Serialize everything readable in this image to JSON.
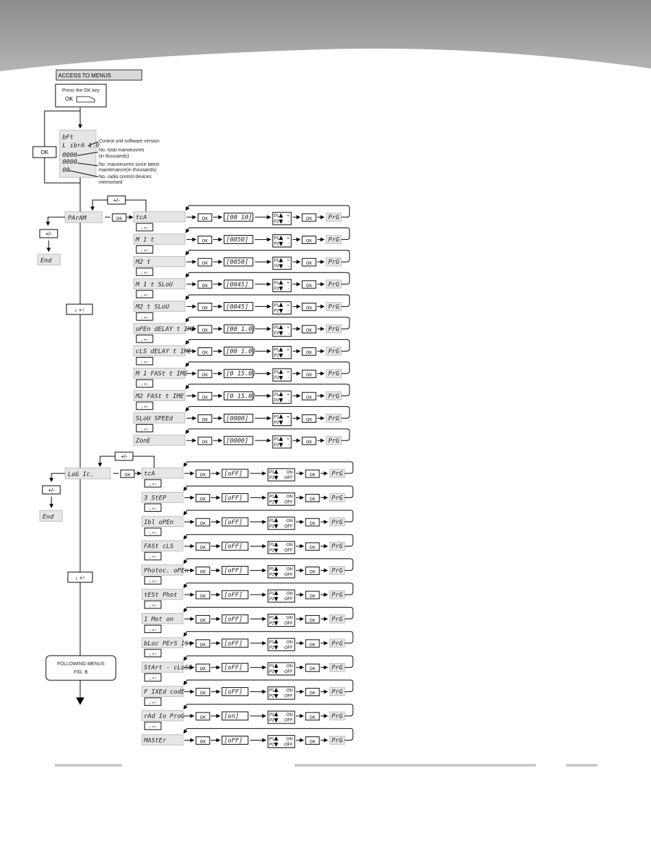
{
  "title": "ACCESS TO MENUS",
  "press_ok": "Press the OK key",
  "ok": "OK",
  "plusminus": "+/-",
  "end": "End",
  "prg": "PrG",
  "scroll": "↓ +↑",
  "following": [
    "FOLLOWING MENUS",
    "FIG. B"
  ],
  "display_lines": [
    "bFt",
    "L ibrA 1.0",
    "0000",
    "0000",
    "00"
  ],
  "display_labels": [
    "Control unit software version",
    "No. total manoeuvres",
    "(in thousands)",
    "No. manoeuvres since latest",
    "maintenance(in thousands)",
    "No. radio control devices",
    "memorised"
  ],
  "param_menu": "PArAM",
  "logic_menu": "LoG Ic.",
  "param_items": [
    {
      "name": "tcA",
      "value": "[00 10]"
    },
    {
      "name": "M 1 t",
      "value": "[0050]"
    },
    {
      "name": "M2 t",
      "value": "[0050]"
    },
    {
      "name": "M 1 t SLoU",
      "value": "[0045]"
    },
    {
      "name": "M2 t SLoU",
      "value": "[0045]"
    },
    {
      "name": "oPEn dELAY t IME",
      "value": "[00 1.0]"
    },
    {
      "name": "cLS dELAY t IME",
      "value": "[00 1.0]"
    },
    {
      "name": "M 1 FASt t IME",
      "value": "[0 15.0]"
    },
    {
      "name": "M2 FASt t IME",
      "value": "[0 15.0]"
    },
    {
      "name": "SLoU SPEEd",
      "value": "[0000]"
    },
    {
      "name": "ZonE",
      "value": "[0000]"
    }
  ],
  "param_p_labels": [
    "P1",
    "P2",
    "+",
    "-"
  ],
  "logic_items": [
    {
      "name": "tcA",
      "value": "[oFF]"
    },
    {
      "name": "3 StEP",
      "value": "[oFF]"
    },
    {
      "name": "Ibl oPEn",
      "value": "[oFF]"
    },
    {
      "name": "FASt cLS",
      "value": "[oFF]"
    },
    {
      "name": "Photoc. oPEn",
      "value": "[oFF]"
    },
    {
      "name": "tESt Phot",
      "value": "[oFF]"
    },
    {
      "name": "1 Mot on",
      "value": "[oFF]"
    },
    {
      "name": "bLoc PErS ISt",
      "value": "[oFF]"
    },
    {
      "name": "StArt - cLoSE",
      "value": "[oFF]"
    },
    {
      "name": "F IXEd codE",
      "value": "[oFF]"
    },
    {
      "name": "rAd Io ProG",
      "value": "[on]"
    },
    {
      "name": "MAStEr",
      "value": "[oFF]"
    }
  ],
  "logic_p_labels": [
    "P1",
    "P2",
    "ON",
    "OFF"
  ],
  "colors": {
    "band": "#9a9a9a",
    "lcd_bg": "#e6e6e6",
    "line": "#000000",
    "footer": "#c8c8c8"
  }
}
